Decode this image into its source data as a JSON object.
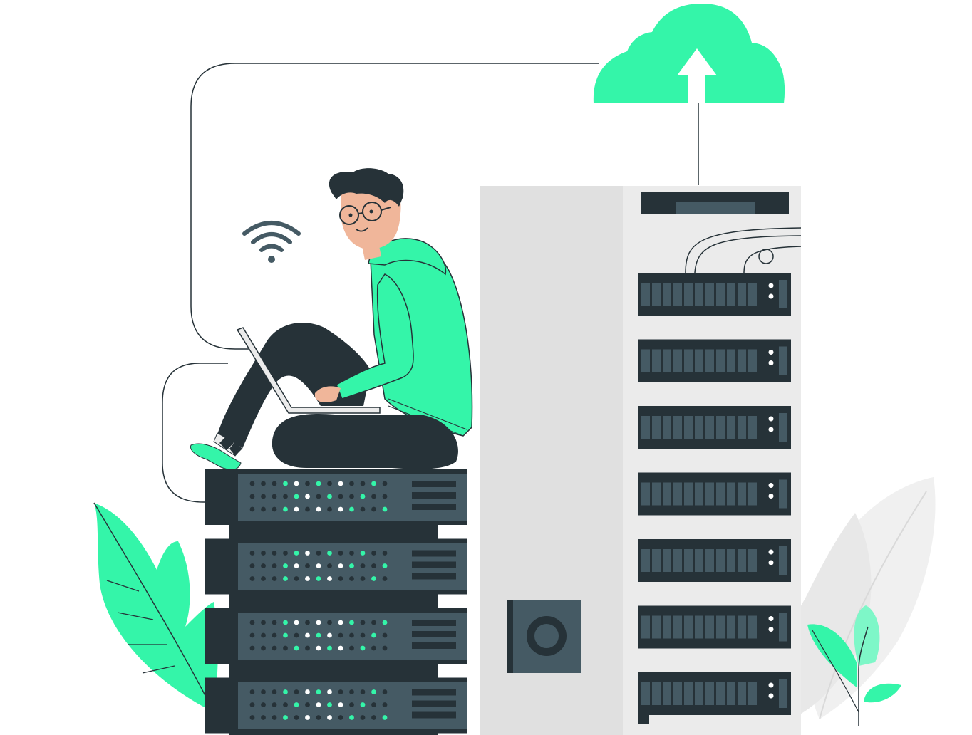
{
  "illustration": {
    "subject": "person-on-server-stack",
    "colors": {
      "accent": "#34f5a9",
      "accent_light": "#7ef7c8",
      "dark": "#263238",
      "panel": "#455a64",
      "rack_body": "#ebebeb",
      "rack_side": "#e0e0e0",
      "skin": "#f0b69a",
      "light_leaf": "#f0f0f0"
    },
    "icons": [
      "cloud-upload-icon",
      "wifi-icon"
    ],
    "rack_unit_count": 7,
    "stack_server_count": 4
  }
}
